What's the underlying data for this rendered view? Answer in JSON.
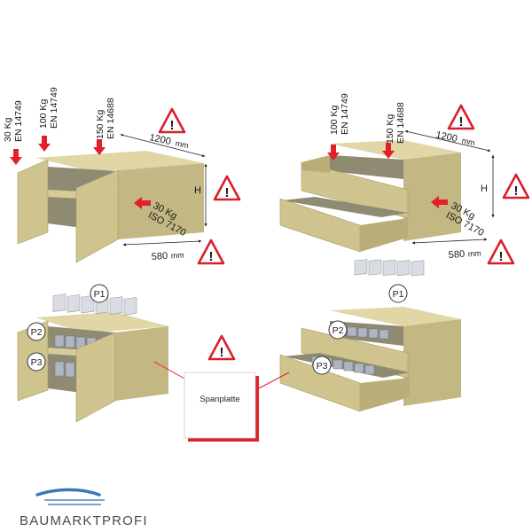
{
  "colors": {
    "board_front": "#cfc38e",
    "board_side": "#b9ad78",
    "board_top": "#e0d6a6",
    "board_dark": "#a89c68",
    "interior": "#8f8a72",
    "arrow": "#e0202a",
    "warning": "#d8202a",
    "dim_line": "#222222",
    "logo_blue": "#3a78b8"
  },
  "top_left": {
    "loads": [
      {
        "kg": "30 Kg",
        "norm": "EN 14749"
      },
      {
        "kg": "100 Kg",
        "norm": "EN 14749"
      },
      {
        "kg": "150 Kg",
        "norm": "EN 14688"
      }
    ],
    "side_load": {
      "kg": "30 Kg",
      "norm": "ISO 7170"
    },
    "width_label": "1200",
    "width_unit": "mm",
    "height_label": "H",
    "depth_label": "580",
    "depth_unit": "mm"
  },
  "top_right": {
    "loads": [
      {
        "kg": "100 Kg",
        "norm": "EN 14749"
      },
      {
        "kg": "150 Kg",
        "norm": "EN 14688"
      }
    ],
    "side_load": {
      "kg": "30 Kg",
      "norm": "ISO 7170"
    },
    "width_label": "1200",
    "width_unit": "mm",
    "height_label": "H",
    "depth_label": "580",
    "depth_unit": "mm"
  },
  "bottom": {
    "positions": [
      "P1",
      "P2",
      "P3"
    ],
    "material_note": "Spanplatte"
  },
  "warning_symbol": "!",
  "brand": {
    "name": "BAUMARKTPROFI"
  }
}
